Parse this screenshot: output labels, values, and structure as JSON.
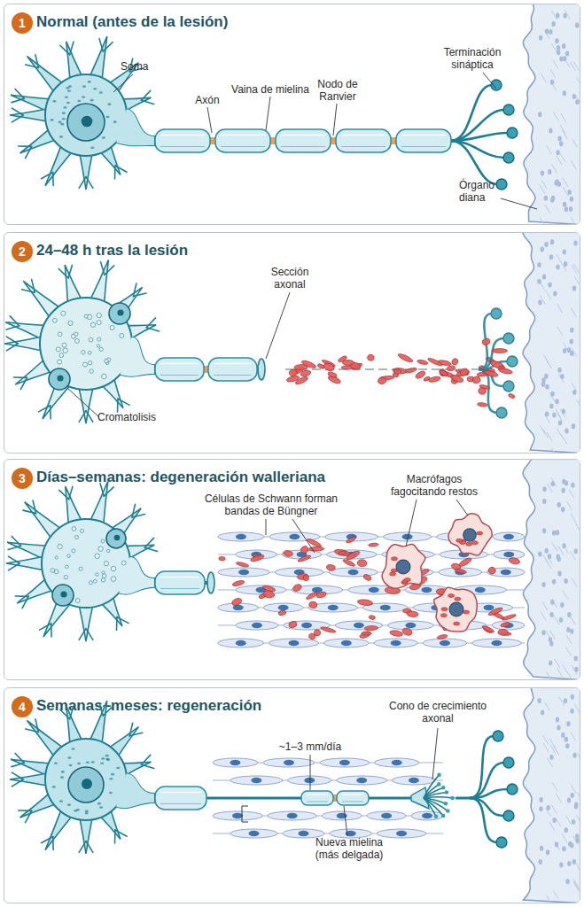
{
  "diagram": {
    "nodes": [
      {
        "text": [
          "Normal (antes de la lesión)"
        ]
      },
      {
        "text": [
          "1"
        ],
        "in": 0
      },
      {
        "text": [
          "24–48 h tras la lesión"
        ]
      },
      {
        "text": [
          "2"
        ],
        "in": 2
      },
      {
        "text": [
          "Días–semanas: degeneración walleriana"
        ]
      },
      {
        "text": [
          "3"
        ],
        "in": 4
      },
      {
        "text": [
          "Semanas–meses: regeneración"
        ]
      },
      {
        "text": [
          "4"
        ],
        "in": 6
      }
    ],
    "labels": [
      "Soma",
      "Axón",
      "Vaina de mielina",
      "Nodo de Ranvier",
      "Terminación sináptica",
      "Órgano diana",
      "Sección axonal",
      "Cromatolisis",
      "Células de Schwann forman bandas de Büngner",
      "Macrófagos fagocitando restos",
      "Cono de crecimiento axonal",
      "~1–3 mm/día",
      "Nueva mielina (más delgada)"
    ]
  }
}
